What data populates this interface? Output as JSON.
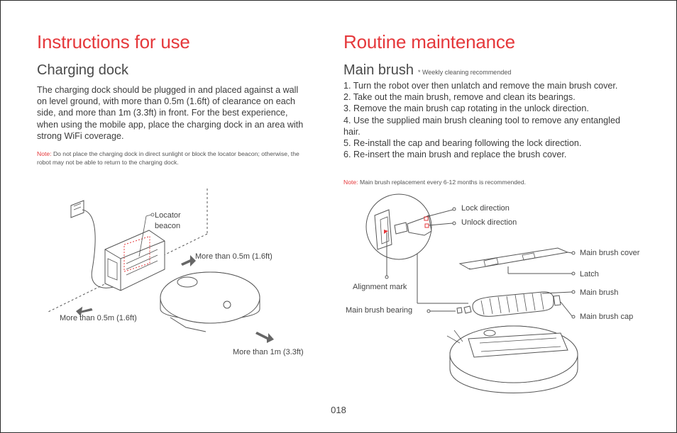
{
  "left": {
    "title": "Instructions for use",
    "section_title": "Charging dock",
    "body": "The charging dock should be plugged in and placed against a wall on level ground, with more than 0.5m (1.6ft) of clearance on each side, and more than 1m (3.3ft) in front. For the best experience, when using the mobile app, place the charging dock in an area with strong WiFi coverage.",
    "note_label": "Note:",
    "note_text": "Do not place the charging dock in direct sunlight or block the locator beacon; otherwise, the robot may not be able to return to the charging dock.",
    "figure": {
      "locator_beacon_line1": "Locator",
      "locator_beacon_line2": "beacon",
      "clearance_side_right": "More than 0.5m (1.6ft)",
      "clearance_side_left": "More than 0.5m (1.6ft)",
      "clearance_front": "More than 1m (3.3ft)"
    }
  },
  "right": {
    "title": "Routine maintenance",
    "section_title": "Main brush",
    "section_subnote": "* Weekly cleaning recommended",
    "steps": [
      "1. Turn the robot over then unlatch and remove the main brush cover.",
      "2. Take out the main brush, remove and clean its bearings.",
      "3. Remove the main brush cap rotating in the unlock direction.",
      "4. Use the supplied main brush cleaning tool to remove any entangled hair.",
      "5. Re-install the cap and bearing following the lock direction.",
      "6. Re-insert the main brush and replace the brush cover."
    ],
    "note_label": "Note:",
    "note_text": "Main brush replacement every 6-12 months is recommended.",
    "figure": {
      "lock_direction": "Lock direction",
      "unlock_direction": "Unlock direction",
      "main_brush_cover": "Main brush cover",
      "latch": "Latch",
      "alignment_mark": "Alignment mark",
      "main_brush": "Main brush",
      "main_brush_bearing": "Main brush bearing",
      "main_brush_cap": "Main brush cap"
    }
  },
  "page_number": "018",
  "colors": {
    "accent": "#e5383b",
    "text": "#3a3a3a",
    "line": "#555555"
  }
}
